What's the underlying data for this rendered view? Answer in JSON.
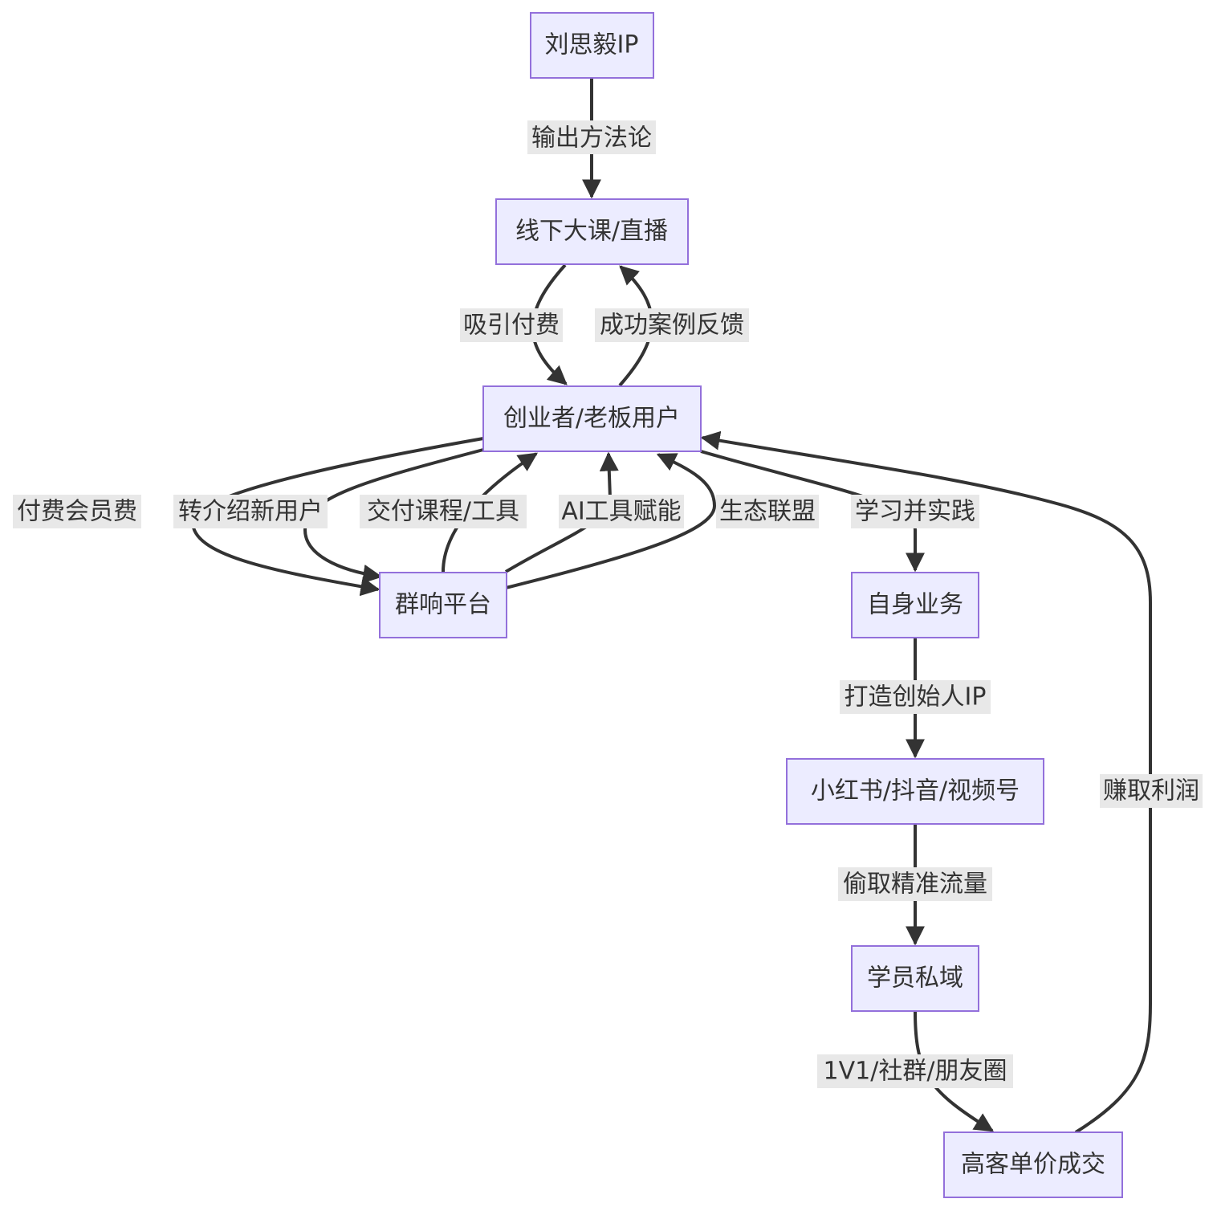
{
  "diagram": {
    "nodes": {
      "liusiyi_ip": "刘思毅IP",
      "offline_course": "线下大课/直播",
      "founder_users": "创业者/老板用户",
      "qunxiang_platform": "群响平台",
      "own_business": "自身业务",
      "social_channels": "小红书/抖音/视频号",
      "student_private": "学员私域",
      "high_ticket_deal": "高客单价成交"
    },
    "edges": {
      "output_method": "输出方法论",
      "attract_paying": "吸引付费",
      "success_feedback": "成功案例反馈",
      "membership_fee": "付费会员费",
      "referral": "转介绍新用户",
      "deliver_courses": "交付课程/工具",
      "ai_tools": "AI工具赋能",
      "ecosystem": "生态联盟",
      "learn_practice": "学习并实践",
      "build_founder_ip": "打造创始人IP",
      "steal_traffic": "偷取精准流量",
      "one_on_one": "1V1/社群/朋友圈",
      "earn_profit": "赚取利润"
    }
  }
}
